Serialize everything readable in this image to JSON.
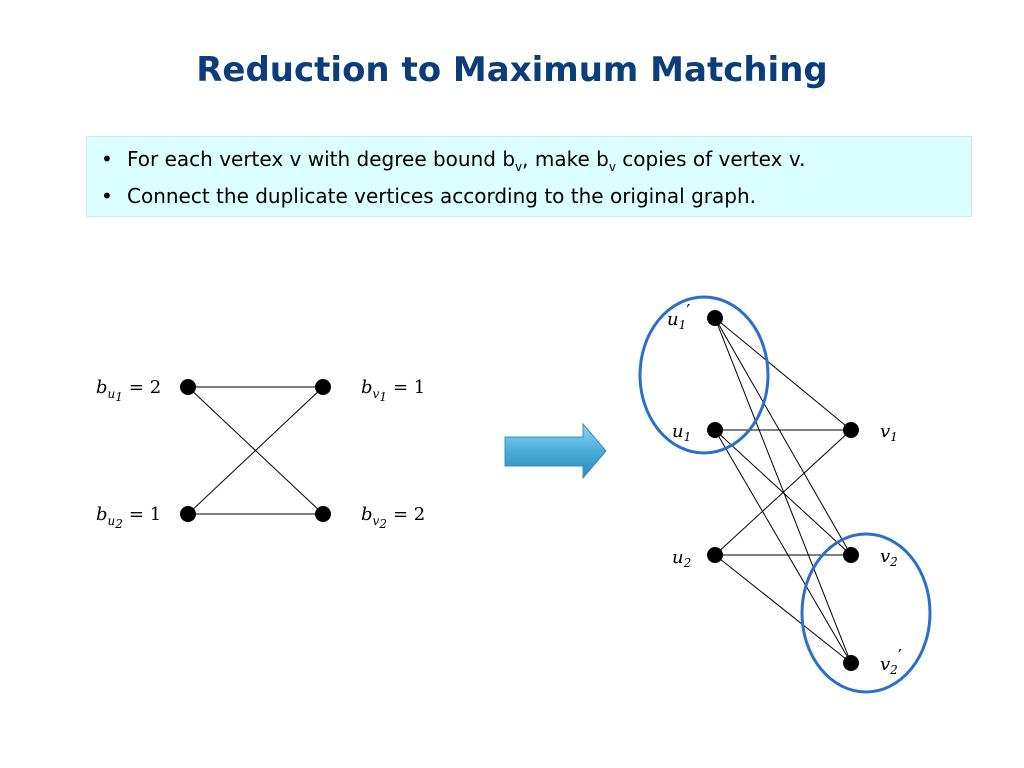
{
  "title": "Reduction to Maximum Matching",
  "bullets": [
    {
      "before": "For each vertex v with degree bound b",
      "sub1": "v",
      "middle": ", make b",
      "sub2": "v",
      "after": " copies of vertex v."
    },
    {
      "text": "Connect the duplicate vertices according to the original graph."
    }
  ],
  "left_graph": {
    "labels": [
      {
        "base": "b",
        "sub": "u",
        "subsub": "1",
        "value": "= 2"
      },
      {
        "base": "b",
        "sub": "v",
        "subsub": "1",
        "value": "= 1"
      },
      {
        "base": "b",
        "sub": "u",
        "subsub": "2",
        "value": "= 1"
      },
      {
        "base": "b",
        "sub": "v",
        "subsub": "2",
        "value": "= 2"
      }
    ]
  },
  "right_graph": {
    "labels": [
      {
        "base": "u",
        "sub": "1",
        "prime": "′"
      },
      {
        "base": "u",
        "sub": "1",
        "prime": ""
      },
      {
        "base": "u",
        "sub": "2",
        "prime": ""
      },
      {
        "base": "v",
        "sub": "1",
        "prime": ""
      },
      {
        "base": "v",
        "sub": "2",
        "prime": ""
      },
      {
        "base": "v",
        "sub": "2",
        "prime": "′"
      }
    ]
  },
  "colors": {
    "title": "#0a3d7a",
    "highlight_ellipse": "#2a6fc9",
    "arrow": "#4aaed8",
    "bullet_box": "#dcffff"
  }
}
